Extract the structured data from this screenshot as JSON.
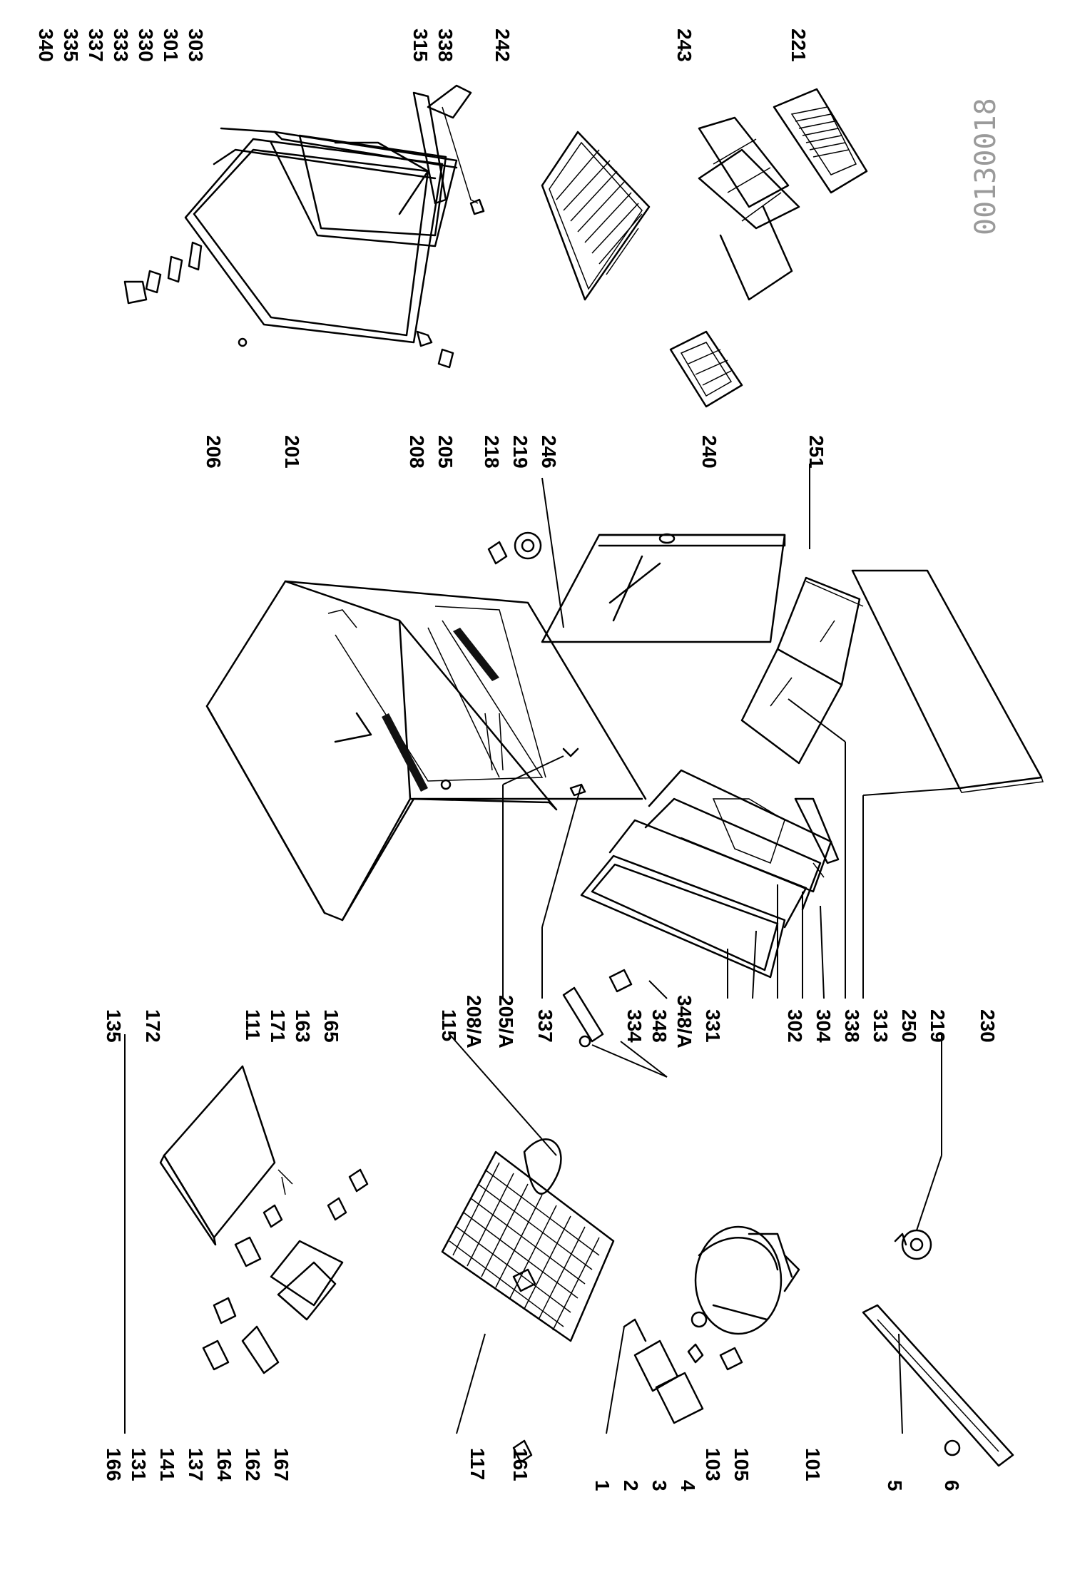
{
  "drawing_code": "00130018",
  "labels": {
    "l340": "340",
    "l335": "335",
    "l337a": "337",
    "l333": "333",
    "l330": "330",
    "l301": "301",
    "l303": "303",
    "l315": "315",
    "l338a": "338",
    "l242": "242",
    "l243": "243",
    "l221": "221",
    "l206": "206",
    "l201": "201",
    "l208": "208",
    "l205": "205",
    "l218": "218",
    "l219a": "219",
    "l246": "246",
    "l240": "240",
    "l251": "251",
    "l135": "135",
    "l172": "172",
    "l111": "111",
    "l171": "171",
    "l163": "163",
    "l165": "165",
    "l115": "115",
    "l208A": "208/A",
    "l205A": "205/A",
    "l337b": "337",
    "l334": "334",
    "l348": "348",
    "l348A": "348/A",
    "l331": "331",
    "l302": "302",
    "l304": "304",
    "l338b": "338",
    "l313": "313",
    "l250": "250",
    "l219b": "219",
    "l230": "230",
    "l166": "166",
    "l131": "131",
    "l141": "141",
    "l137": "137",
    "l164": "164",
    "l162": "162",
    "l167": "167",
    "l117": "117",
    "l161": "161",
    "l1": "1",
    "l2": "2",
    "l3": "3",
    "l4": "4",
    "l103": "103",
    "l105": "105",
    "l101": "101",
    "l5": "5",
    "l6": "6"
  }
}
